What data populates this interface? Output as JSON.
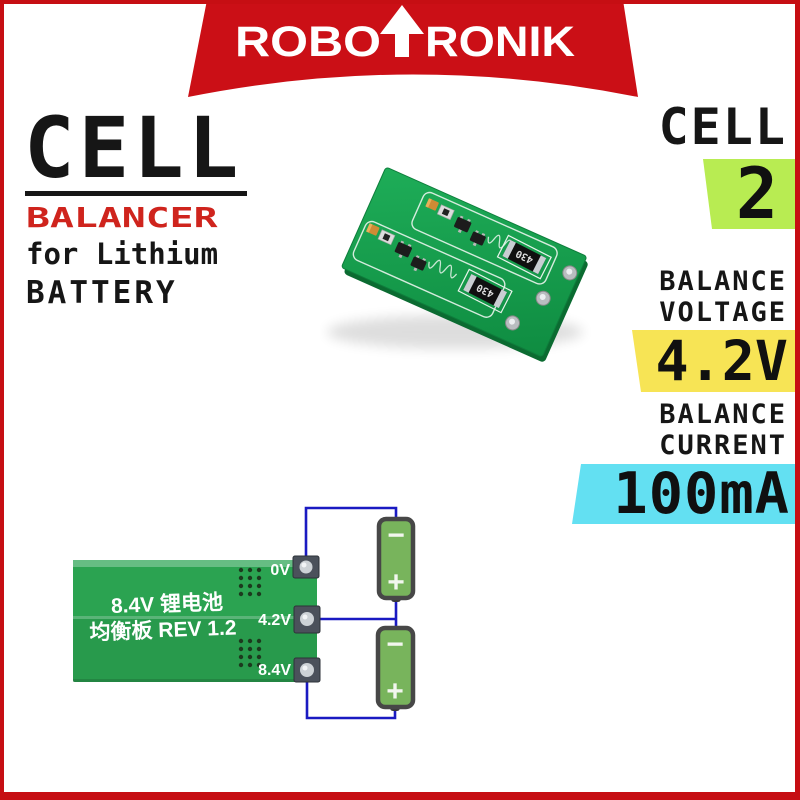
{
  "brand": {
    "left": "ROBO",
    "right": "RONIK",
    "arrow_icon": "up-arrow"
  },
  "headline": {
    "title": "CELL",
    "subtitle": "BALANCER",
    "line1": "for Lithium",
    "line2": "BATTERY"
  },
  "specs": {
    "cell": {
      "label": "CELL",
      "value": "2",
      "badge_color": "#b8ec52"
    },
    "balance_voltage": {
      "label1": "BALANCE",
      "label2": "VOLTAGE",
      "value": "4.2V",
      "badge_color": "#f7e455"
    },
    "balance_current": {
      "label1": "BALANCE",
      "label2": "CURRENT",
      "value": "100mA",
      "badge_color": "#63e0f2"
    }
  },
  "photo": {
    "resistor_label": "430"
  },
  "diagram": {
    "board_line1": "8.4V 锂电池",
    "board_line2": "均衡板 REV 1.2",
    "terminals": [
      {
        "label": "0V"
      },
      {
        "label": "4.2V"
      },
      {
        "label": "8.4V"
      }
    ],
    "battery_negative": "−",
    "battery_positive": "+"
  },
  "colors": {
    "accent_red": "#cb0f16",
    "text_black": "#161616",
    "subtitle_red": "#cf241d",
    "pcb_photo_green": "#17a04d",
    "pcb_diagram_green": "#2ba351",
    "wire_blue": "#1a1ac2",
    "battery_green": "#78b45c"
  }
}
